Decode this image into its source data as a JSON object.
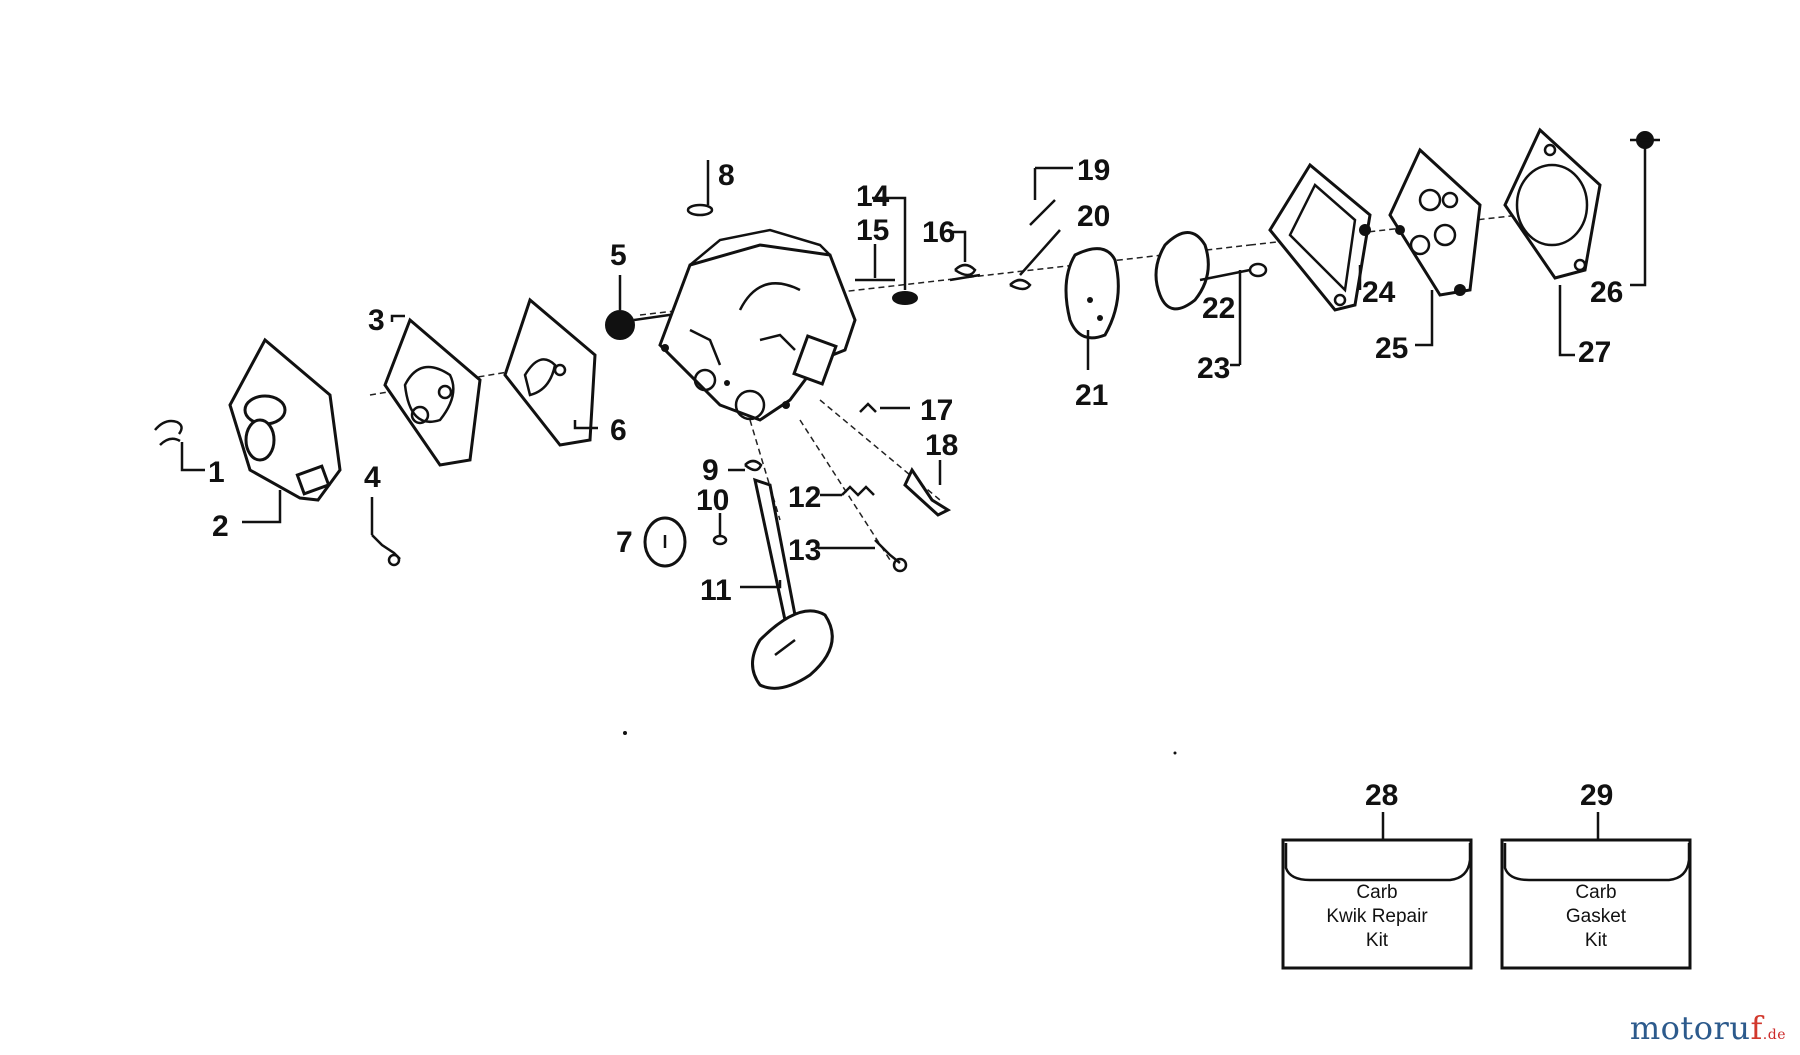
{
  "callouts": {
    "c1": "1",
    "c2": "2",
    "c3": "3",
    "c4": "4",
    "c5": "5",
    "c6": "6",
    "c7": "7",
    "c8": "8",
    "c9": "9",
    "c10": "10",
    "c11": "11",
    "c12": "12",
    "c13": "13",
    "c14": "14",
    "c15": "15",
    "c16": "16",
    "c17": "17",
    "c18": "18",
    "c19": "19",
    "c20": "20",
    "c21": "21",
    "c22": "22",
    "c23": "23",
    "c24": "24",
    "c25": "25",
    "c26": "26",
    "c27": "27",
    "c28": "28",
    "c29": "29"
  },
  "kits": {
    "kit28": {
      "line1": "Carb",
      "line2": "Kwik Repair",
      "line3": "Kit"
    },
    "kit29": {
      "line1": "Carb",
      "line2": "Gasket",
      "line3": "Kit"
    }
  },
  "watermark": {
    "brand_main": "motoru",
    "brand_f": "f",
    "brand_tld": ".de"
  }
}
